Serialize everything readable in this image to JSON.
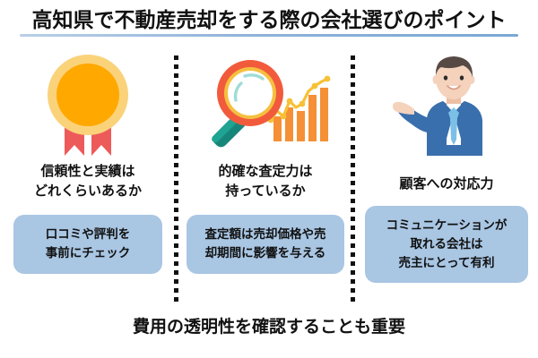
{
  "header": {
    "title": "高知県で不動産売却をする際の会社選びのポイント",
    "underline_color": "#8fb3d9"
  },
  "columns": [
    {
      "id": "trust-and-track-record",
      "icon": "medal-ribbon-icon",
      "headline": "信頼性と実績は\nどれくらいあるか",
      "note": "口コミや評判を\n事前にチェック"
    },
    {
      "id": "accurate-appraisal",
      "icon": "magnifying-glass-bar-chart-icon",
      "headline": "的確な査定力は\n持っているか",
      "note": "査定額は売却価格や売\n却期間に影響を与える"
    },
    {
      "id": "customer-service",
      "icon": "businessman-presenting-icon",
      "headline": "顧客への対応力",
      "note": "コミュニケーションが\n取れる会社は\n売主にとって有利"
    }
  ],
  "footer": {
    "text": "費用の透明性を確認することも重要"
  },
  "colors": {
    "note_box": "#a9c6e3",
    "medal_outer": "#fad27a",
    "medal_inner": "#ffa800",
    "ribbon_red": "#ed5a5a",
    "lens_ring": "#f15b3c",
    "lens_inner_ring": "#f5c040",
    "handle_teal": "#1b9a8b",
    "chart_bar": "#f59036",
    "chart_line": "#f7c137",
    "suit_blue": "#3a6fad",
    "tie_blue": "#7cc0e8",
    "hair_brown": "#574a44",
    "skin": "#f4d2bc",
    "divider_dot": "#111111",
    "text": "#111111"
  }
}
